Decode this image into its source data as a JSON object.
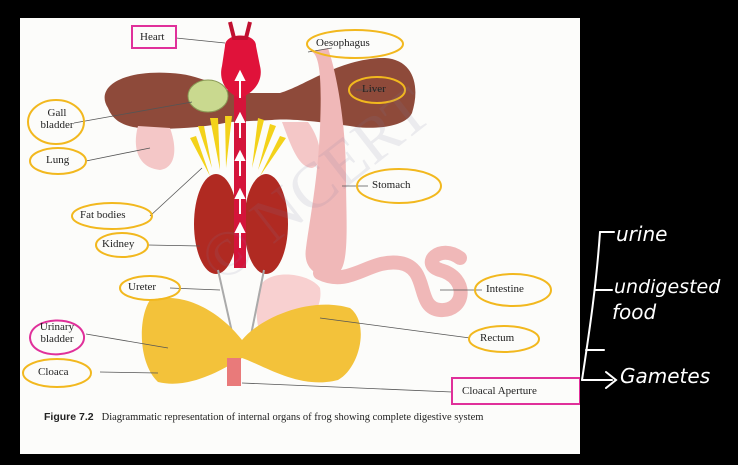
{
  "labels": {
    "heart": "Heart",
    "oesophagus": "Oesophagus",
    "liver": "Liver",
    "gall_bladder_1": "Gall",
    "gall_bladder_2": "bladder",
    "lung": "Lung",
    "stomach": "Stomach",
    "fat_bodies": "Fat bodies",
    "kidney": "Kidney",
    "ureter": "Ureter",
    "intestine": "Intestine",
    "urinary_bladder_1": "Urinary",
    "urinary_bladder_2": "bladder",
    "rectum": "Rectum",
    "cloaca": "Cloaca",
    "cloacal_aperture": "Cloacal Aperture"
  },
  "caption": {
    "figure": "Figure 7.2",
    "text": "Diagrammatic representation of internal organs of frog showing complete digestive system"
  },
  "annotations": {
    "urine": "urine",
    "undigested_1": "undigested",
    "undigested_2": "food",
    "gametes": "Gametes"
  },
  "colors": {
    "circle_yellow": "#f2b81e",
    "box_magenta": "#e0309a",
    "liver": "#8e4a3a",
    "heart": "#e0123a",
    "kidney": "#b02a22",
    "cloaca": "#f3c23a",
    "stomach": "#f0b8b8"
  }
}
